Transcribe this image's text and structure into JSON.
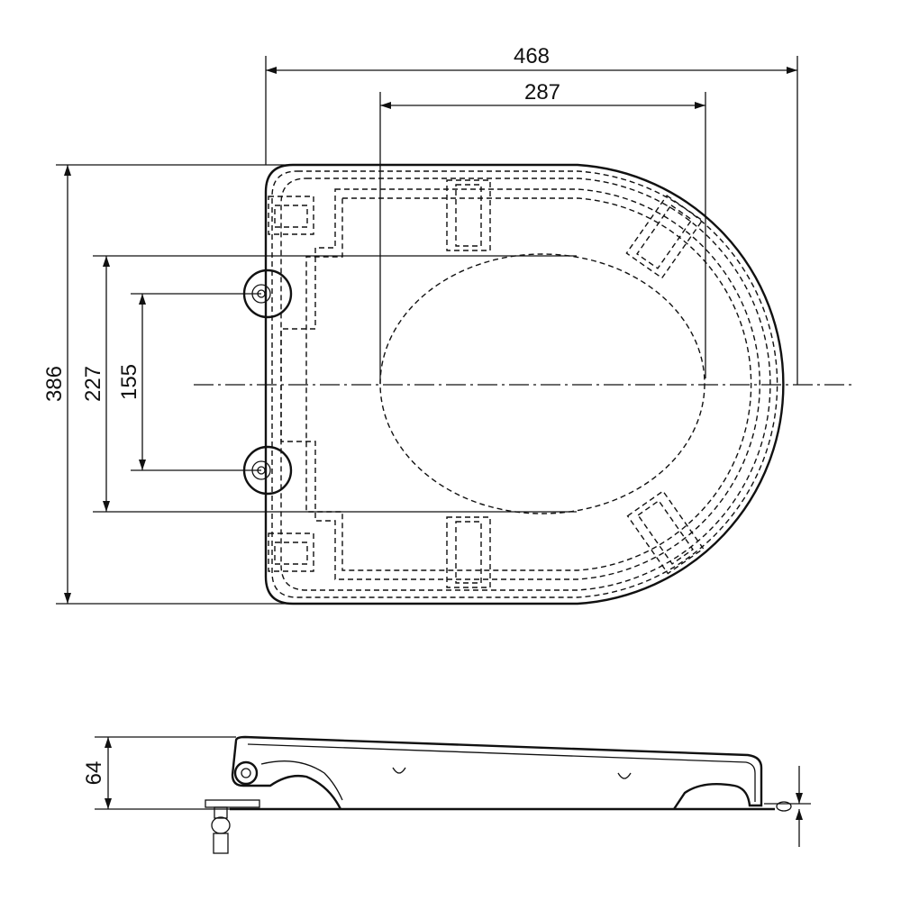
{
  "drawing": {
    "top_view": {
      "dimensions": {
        "overall_length": "468",
        "opening_length": "287",
        "overall_width": "386",
        "inner_width": "227",
        "hinge_spacing": "155"
      }
    },
    "side_view": {
      "dimensions": {
        "height": "64"
      }
    }
  }
}
